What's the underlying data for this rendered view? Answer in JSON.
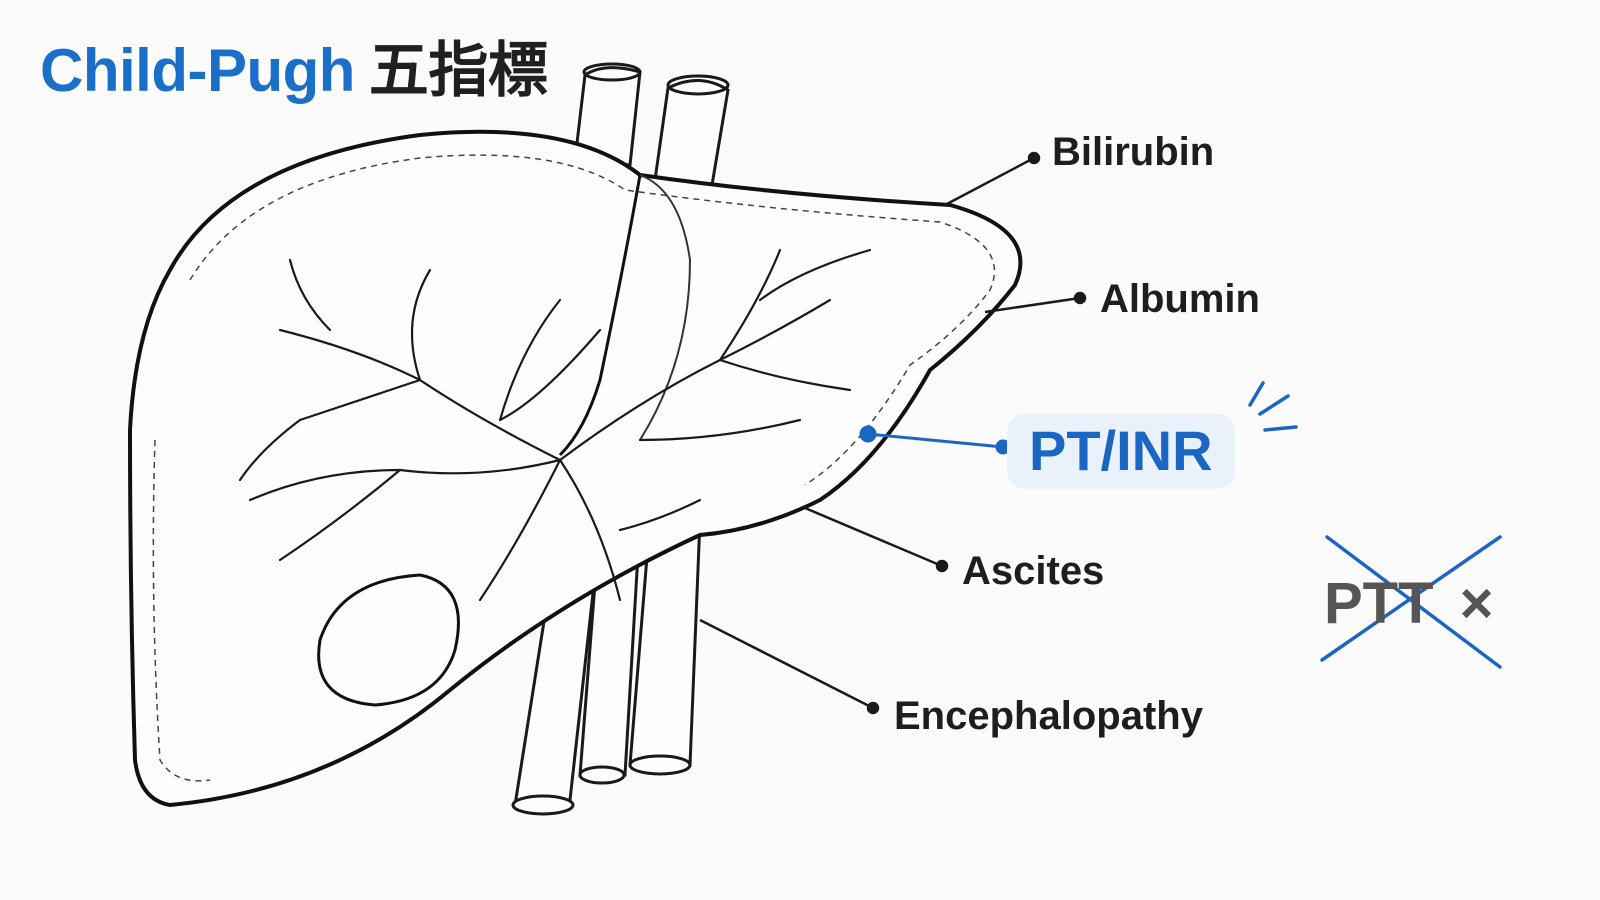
{
  "title": {
    "en": "Child-Pugh",
    "zh": "五指標"
  },
  "labels": [
    {
      "id": "bilirubin",
      "text": "Bilirubin",
      "highlight": false
    },
    {
      "id": "albumin",
      "text": "Albumin",
      "highlight": false
    },
    {
      "id": "pt-inr",
      "text": "PT/INR",
      "highlight": true
    },
    {
      "id": "ascites",
      "text": "Ascites",
      "highlight": false
    },
    {
      "id": "encephalopathy",
      "text": "Encephalopathy",
      "highlight": false
    }
  ],
  "excluded": {
    "text": "PTT",
    "mark": "×"
  },
  "colors": {
    "accent": "#1b66c2",
    "title": "#1a6fc9",
    "ink": "#1e1e1e",
    "highlight_bg": "#e9f1fb"
  },
  "icons": [
    "liver-illustration",
    "cross-out-icon",
    "emphasis-sparkle-icon"
  ]
}
